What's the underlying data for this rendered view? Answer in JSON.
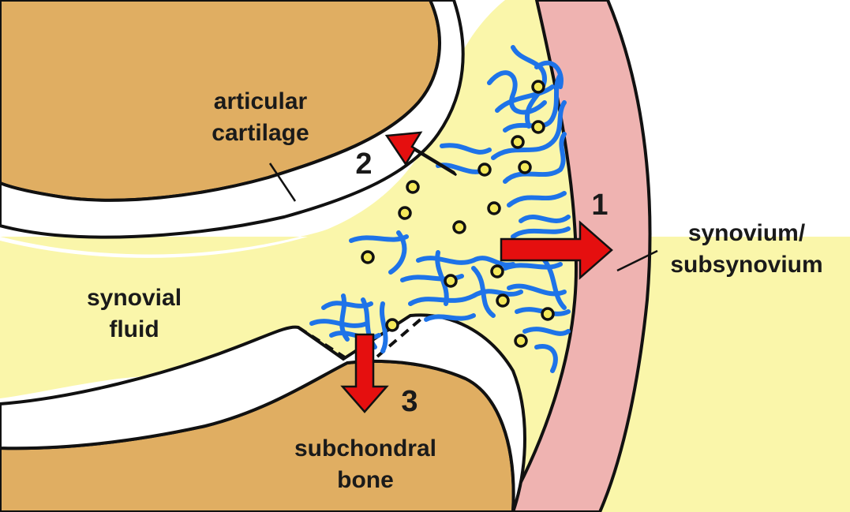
{
  "colors": {
    "bone": "#E0AE62",
    "cartilage": "#FFFFFF",
    "synovial_fluid": "#FAF6AA",
    "synovium": "#EFB3B1",
    "fiber": "#1E73E8",
    "particle": "#F4E85A",
    "arrow": "#E50F0F",
    "outline": "#111111"
  },
  "labels": {
    "articular_cartilage_line1": "articular",
    "articular_cartilage_line2": "cartilage",
    "synovial_fluid_line1": "synovial",
    "synovial_fluid_line2": "fluid",
    "synovium_line1": "synovium/",
    "synovium_line2": "subsynovium",
    "subchondral_line1": "subchondral",
    "subchondral_line2": "bone"
  },
  "arrows": [
    {
      "number": "1",
      "direction": "right",
      "target": "synovium/subsynovium"
    },
    {
      "number": "2",
      "direction": "up-left",
      "target": "articular cartilage"
    },
    {
      "number": "3",
      "direction": "down",
      "target": "subchondral bone"
    }
  ]
}
